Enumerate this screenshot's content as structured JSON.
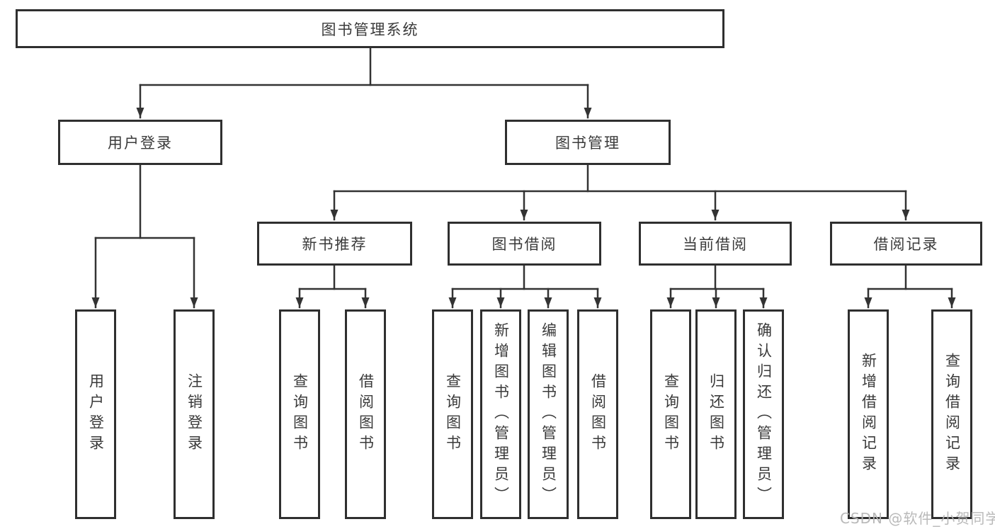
{
  "diagram": {
    "root": {
      "label": "图书管理系统",
      "children": [
        {
          "label": "用户登录",
          "children": [
            {
              "label": "用户登录"
            },
            {
              "label": "注销登录"
            }
          ]
        },
        {
          "label": "图书管理",
          "children": [
            {
              "label": "新书推荐",
              "children": [
                {
                  "label": "查询图书"
                },
                {
                  "label": "借阅图书"
                }
              ]
            },
            {
              "label": "图书借阅",
              "children": [
                {
                  "label": "查询图书"
                },
                {
                  "label": "新增图书（管理员）"
                },
                {
                  "label": "编辑图书（管理员）"
                },
                {
                  "label": "借阅图书"
                }
              ]
            },
            {
              "label": "当前借阅",
              "children": [
                {
                  "label": "查询图书"
                },
                {
                  "label": "归还图书"
                },
                {
                  "label": "确认归还（管理员）"
                }
              ]
            },
            {
              "label": "借阅记录",
              "children": [
                {
                  "label": "新增借阅记录"
                },
                {
                  "label": "查询借阅记录"
                }
              ]
            }
          ]
        }
      ]
    },
    "watermark": "CSDN @软件_小贺同学"
  },
  "colors": {
    "line": "#333333",
    "border": "#2f2f2f",
    "text": "#3a3a3a",
    "background": "#ffffff",
    "watermark": "#b4b4b4"
  }
}
